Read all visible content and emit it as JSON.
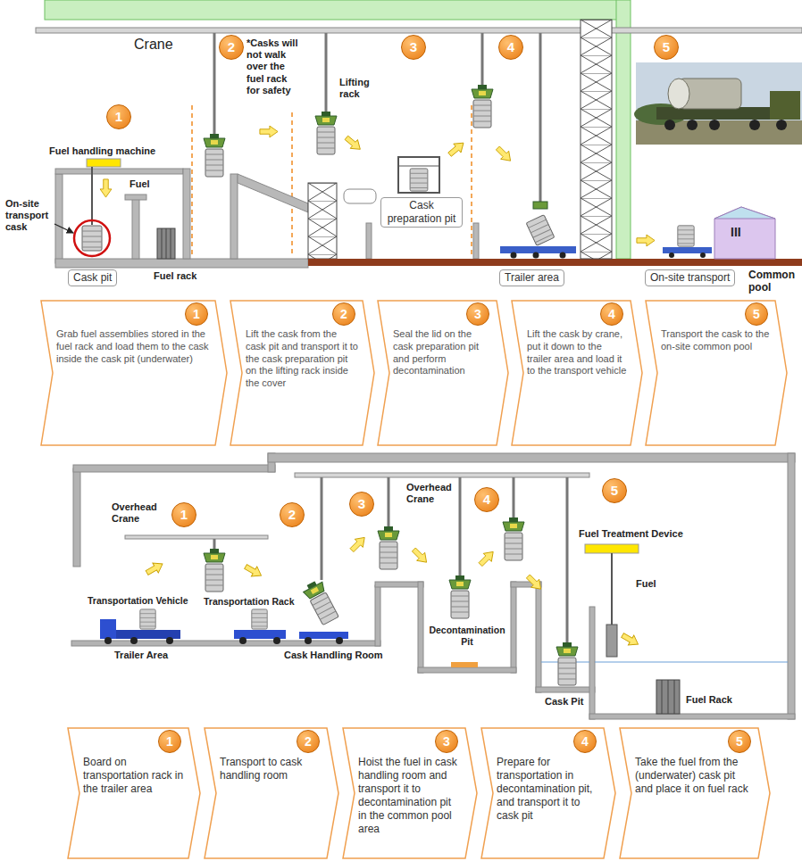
{
  "diagram": {
    "nodes": [
      {
        "text": [
          "1"
        ]
      },
      {
        "text": [
          "2"
        ]
      },
      {
        "text": [
          "3"
        ]
      },
      {
        "text": [
          "4"
        ]
      },
      {
        "text": [
          "5"
        ]
      },
      {
        "text": [
          "Cask preparation pit"
        ]
      },
      {
        "text": [
          "Cask pit"
        ]
      },
      {
        "text": [
          "Trailer area"
        ]
      },
      {
        "text": [
          "On-site transport"
        ]
      },
      {
        "text": [
          "Grab fuel assemblies stored in the fuel rack and load them to the cask inside the cask pit (underwater)"
        ]
      },
      {
        "text": [
          "1"
        ],
        "in": 9
      },
      {
        "text": [
          "Lift the cask from the cask pit and transport it to the cask preparation pit on the lifting rack inside the cover"
        ]
      },
      {
        "text": [
          "2"
        ],
        "in": 11
      },
      {
        "text": [
          "Seal the lid on the cask preparation pit and perform decontamination"
        ]
      },
      {
        "text": [
          "3"
        ],
        "in": 13
      },
      {
        "text": [
          "Lift the cask by crane, put it down to the trailer area and load it to the transport vehicle"
        ]
      },
      {
        "text": [
          "4"
        ],
        "in": 15
      },
      {
        "text": [
          "Transport the cask to the on-site common pool"
        ]
      },
      {
        "text": [
          "5"
        ],
        "in": 17
      },
      {
        "text": [
          "1"
        ]
      },
      {
        "text": [
          "2"
        ]
      },
      {
        "text": [
          "3"
        ]
      },
      {
        "text": [
          "4"
        ]
      },
      {
        "text": [
          "5"
        ]
      },
      {
        "text": [
          "Board on transportation rack in the trailer area"
        ]
      },
      {
        "text": [
          "1"
        ],
        "in": 24
      },
      {
        "text": [
          "Transport to cask handling room"
        ]
      },
      {
        "text": [
          "2"
        ],
        "in": 26
      },
      {
        "text": [
          "Hoist the fuel in cask handling room and transport it to decontamination pit in the common pool area"
        ]
      },
      {
        "text": [
          "3"
        ],
        "in": 28
      },
      {
        "text": [
          "Prepare for transportation in decontamination pit, and transport it to cask pit"
        ]
      },
      {
        "text": [
          "4"
        ],
        "in": 30
      },
      {
        "text": [
          "Take the fuel from the (underwater) cask pit and place it on fuel rack"
        ]
      },
      {
        "text": [
          "5"
        ],
        "in": 32
      }
    ],
    "labels": [
      "Crane",
      "*Casks will not walk over the fuel rack for safety",
      "Lifting rack",
      "Fuel handling machine",
      "Fuel",
      "On-site transport cask",
      "Fuel rack",
      "Common pool",
      "III",
      "Overhead Crane",
      "Overhead Crane",
      "Fuel Treatment Device",
      "Fuel",
      "Transportation Vehicle",
      "Transportation Rack",
      "Decontamination Pit",
      "Trailer Area",
      "Cask Handling Room",
      "Cask Pit",
      "Fuel Rack"
    ]
  }
}
